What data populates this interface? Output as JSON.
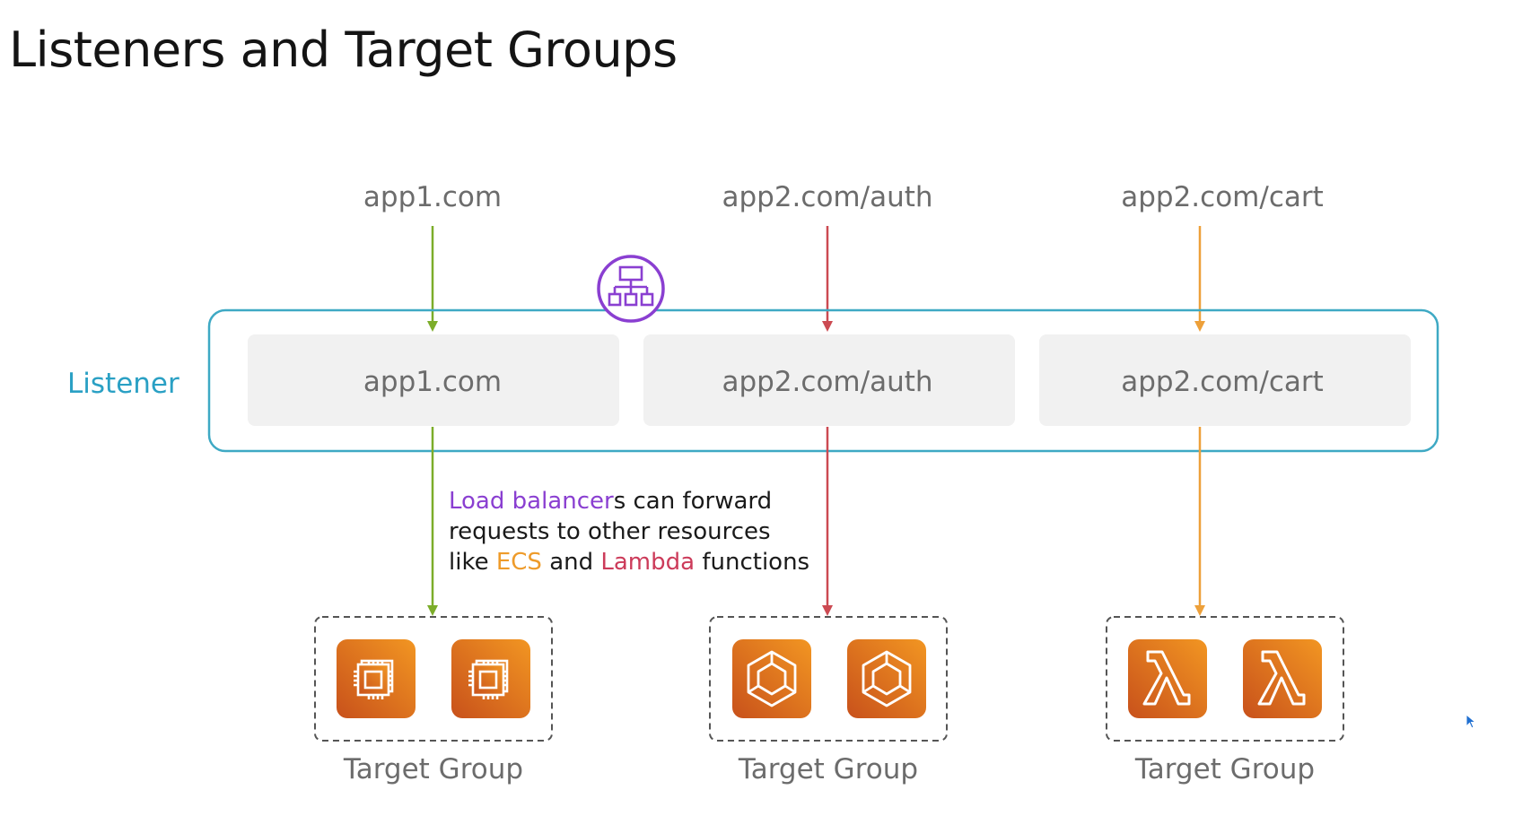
{
  "title": "Listeners and Target Groups",
  "listener_label": "Listener",
  "columns": [
    {
      "request": "app1.com",
      "rule": "app1.com",
      "arrow_color": "#7cad2a",
      "target_group_label": "Target Group",
      "target_icon": "ec2-instance-icon"
    },
    {
      "request": "app2.com/auth",
      "rule": "app2.com/auth",
      "arrow_color": "#cc4a52",
      "target_group_label": "Target Group",
      "target_icon": "ecs-icon"
    },
    {
      "request": "app2.com/cart",
      "rule": "app2.com/cart",
      "arrow_color": "#eda03a",
      "target_group_label": "Target Group",
      "target_icon": "lambda-icon"
    }
  ],
  "note": {
    "part1": "Load balancer",
    "part2": "s can forward",
    "line2": "requests to other resources",
    "part3": "like ",
    "part4": "ECS",
    "part5": " and ",
    "part6": "Lambda",
    "part7": " functions"
  },
  "colors": {
    "listener_border": "#3ea9c4",
    "listener_text": "#2aa0c4",
    "load_balancer": "#8a3fd1",
    "ecs_text": "#ee9b2a",
    "lambda_text": "#cc3b5a",
    "rule_fill": "#f1f1f1",
    "label_text": "#6c6c6c"
  },
  "load_balancer_icon": "elastic-load-balancer-icon"
}
